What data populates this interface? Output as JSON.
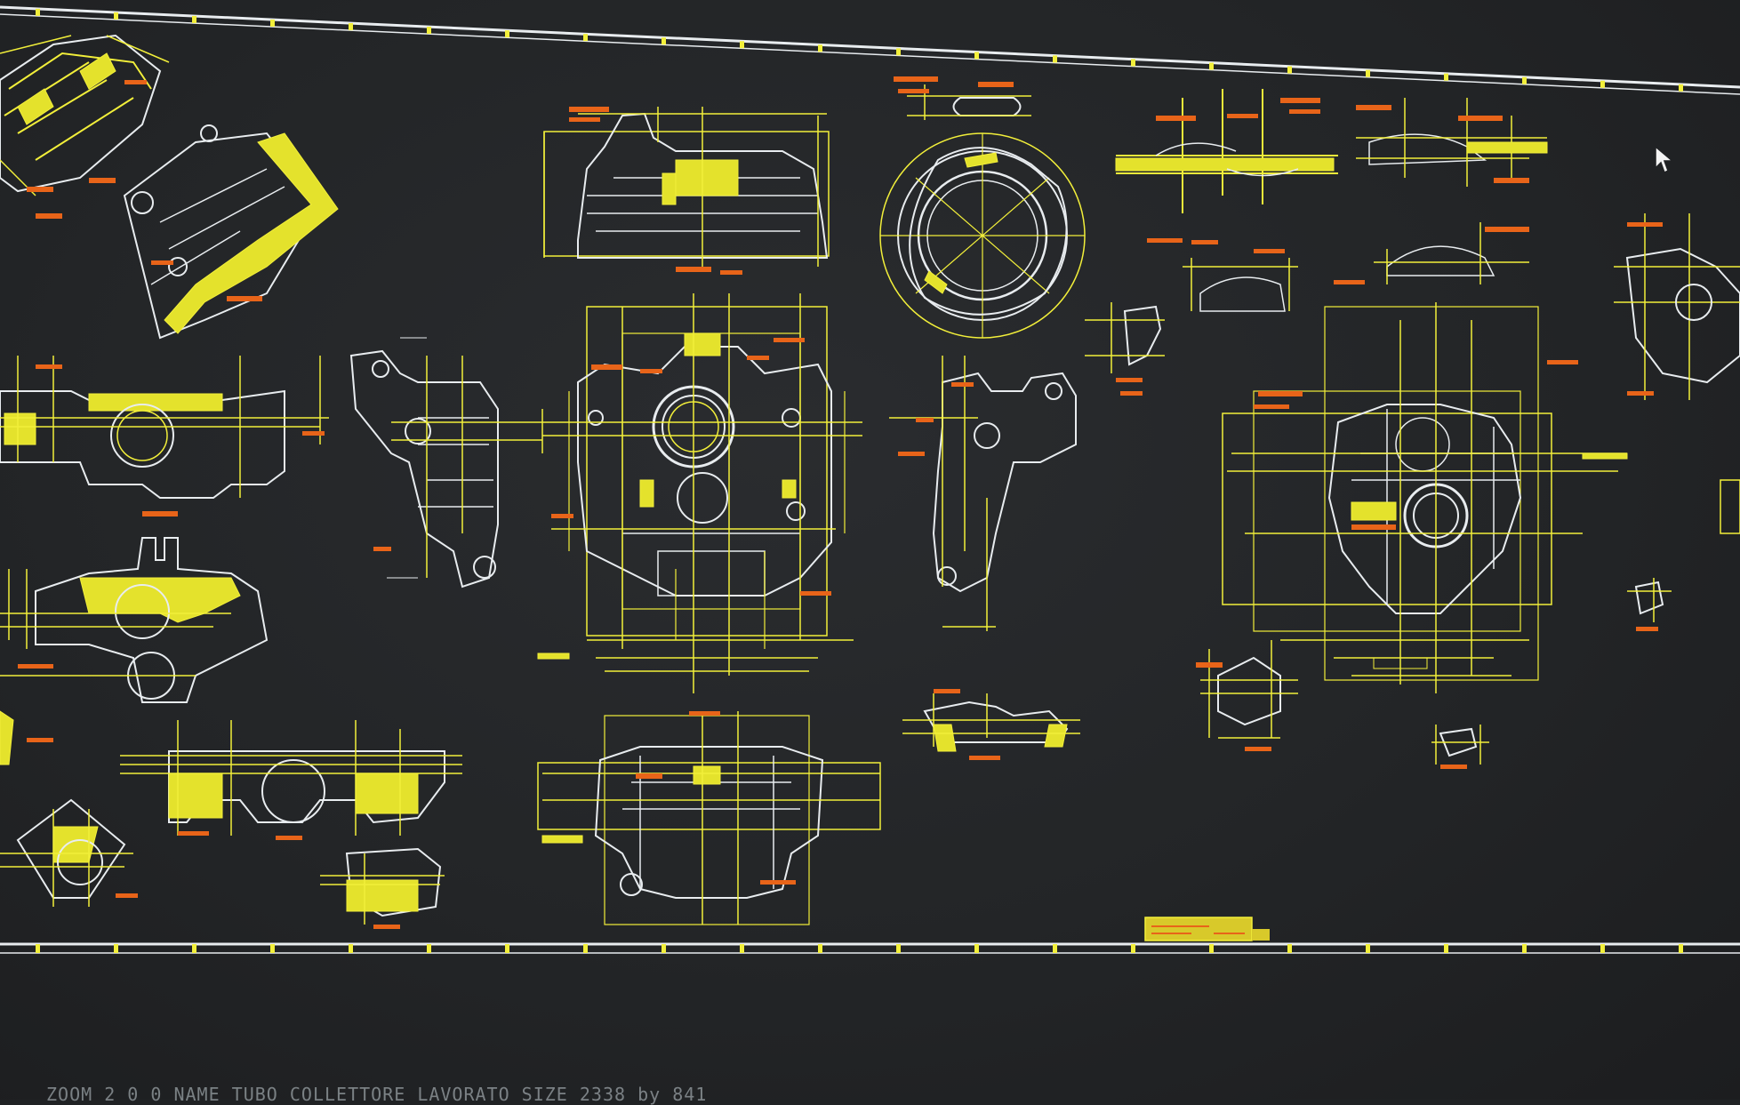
{
  "status_bar": {
    "text": "ZOOM 2 0 0 NAME TUBO COLLETTORE LAVORATO SIZE 2338 by 841"
  },
  "colors": {
    "background": "#232527",
    "outline": "#e8ecef",
    "dimension": "#f2ef3a",
    "label": "#e86419",
    "sheet_border": "#e8ecef"
  },
  "views": [
    "part-view-top-left-oblique",
    "part-view-top-left-section",
    "part-view-top-center",
    "part-view-round-flange",
    "part-view-top-right-1",
    "part-view-top-right-2",
    "part-view-left-middle",
    "part-view-side-left",
    "part-view-main-front",
    "part-view-side-right",
    "part-view-right-front",
    "part-view-far-right",
    "part-view-left-section",
    "part-view-lower-left",
    "part-view-bottom-left",
    "part-view-bottom-center",
    "part-view-bottom-small-1",
    "part-view-bottom-small-2",
    "part-view-small-detail-1",
    "part-view-small-detail-2",
    "title-block"
  ],
  "cursor": "arrow-cursor-icon"
}
